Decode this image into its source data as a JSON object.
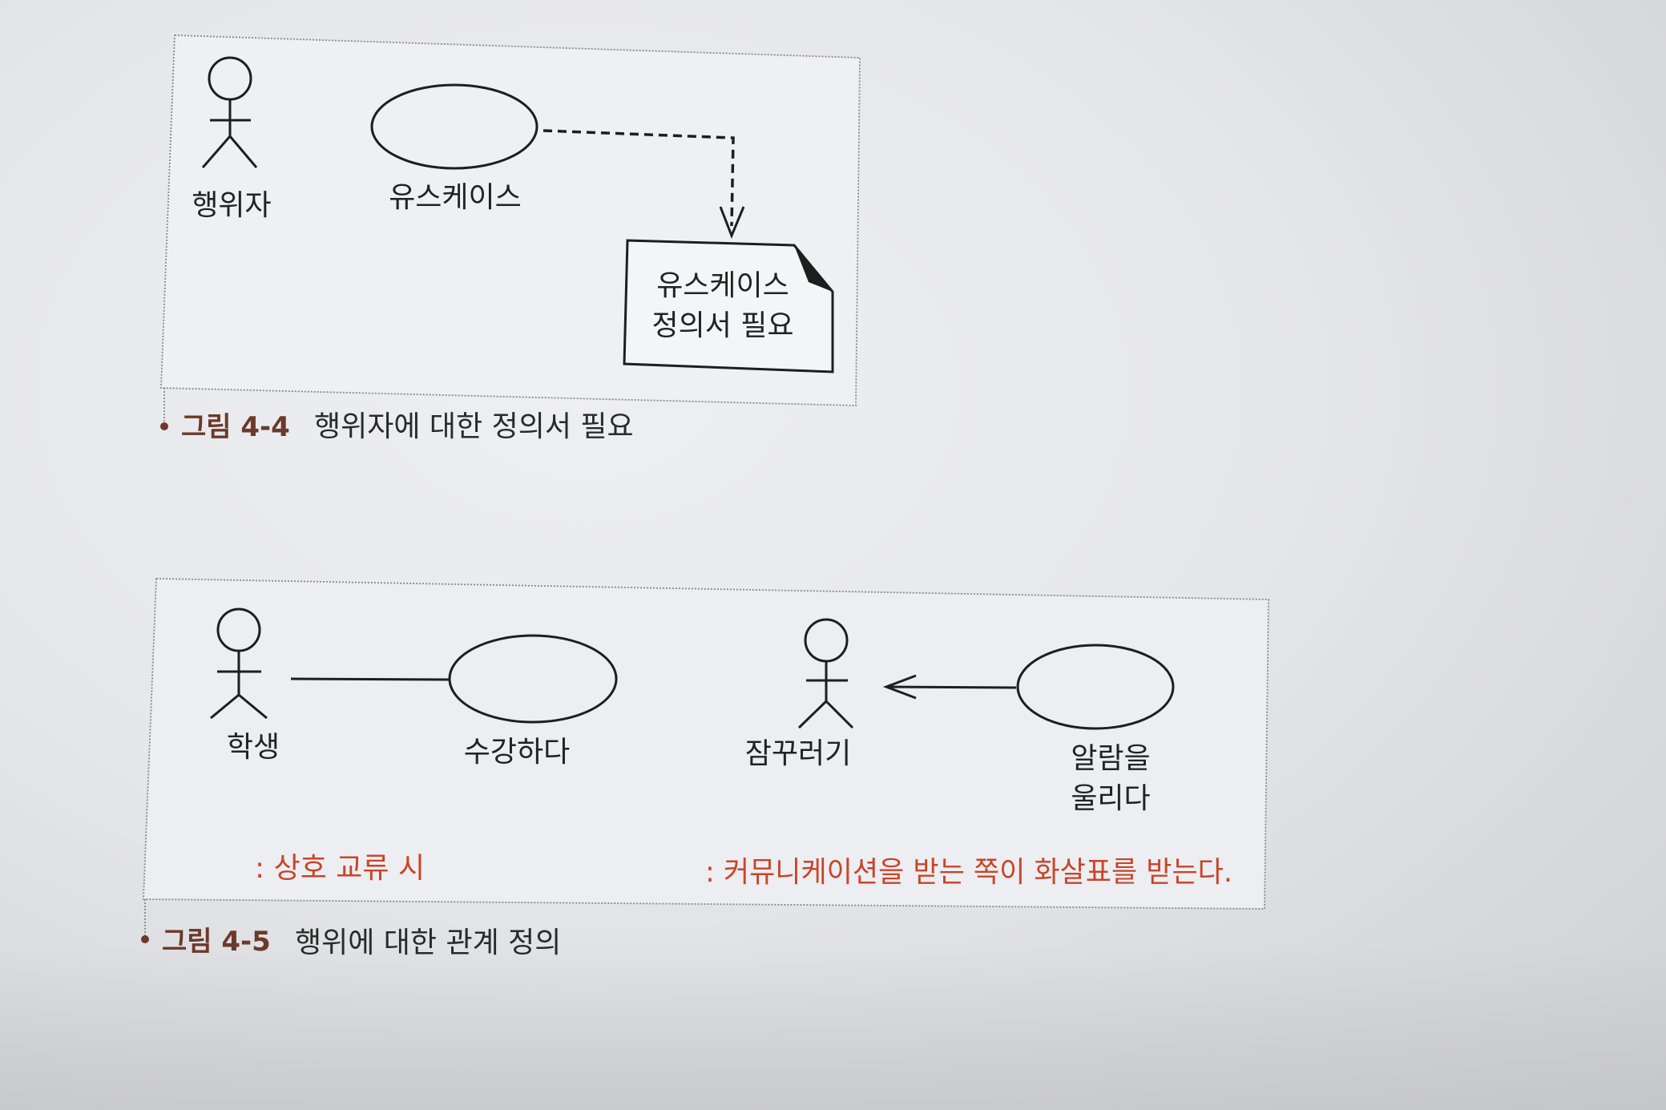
{
  "figure_4_4": {
    "actor_label": "행위자",
    "usecase_label": "유스케이스",
    "note_line1": "유스케이스",
    "note_line2": "정의서 필요",
    "caption_number": "그림 4-4",
    "caption_text": "행위자에 대한 정의서 필요"
  },
  "figure_4_5": {
    "actor1_label": "학생",
    "usecase1_label": "수강하다",
    "actor2_label": "잠꾸러기",
    "usecase2_line1": "알람을",
    "usecase2_line2": "울리다",
    "note_left": ": 상호 교류 시",
    "note_right": ": 커뮤니케이션을 받는 쪽이 화살표를 받는다.",
    "caption_number": "그림 4-5",
    "caption_text": "행위에 대한 관계 정의"
  },
  "colors": {
    "caption_number": "#6b3a2a",
    "note_red": "#c8452a",
    "line": "#2a2a2a",
    "frame": "#7a7a7a"
  }
}
